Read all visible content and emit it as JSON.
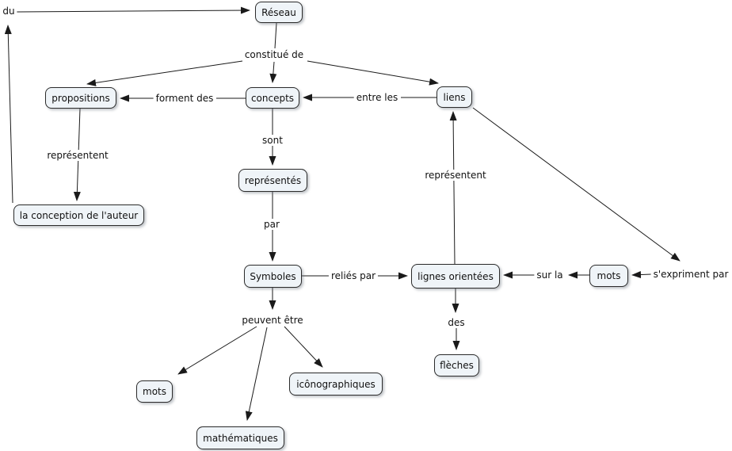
{
  "diagram": {
    "type": "concept-map",
    "language": "fr",
    "nodes": {
      "reseau": "Réseau",
      "propositions": "propositions",
      "concepts": "concepts",
      "liens": "liens",
      "representes": "représentés",
      "conception_auteur": "la conception de l'auteur",
      "symboles": "Symboles",
      "lignes_orientees": "lignes orientées",
      "mots_droite": "mots",
      "fleches": "flèches",
      "mots_gauche": "mots",
      "iconographiques": "icônographiques",
      "mathematiques": "mathématiques"
    },
    "link_labels": {
      "du": "du",
      "constitue_de": "constitué de",
      "forment_des": "forment des",
      "entre_les": "entre les",
      "sont": "sont",
      "representent_gauche": "représentent",
      "representent_droite": "représentent",
      "par": "par",
      "relies_par": "reliés par",
      "sur_la": "sur la",
      "sexpriment_par": "s'expriment par",
      "des": "des",
      "peuvent_etre": "peuvent être"
    },
    "edges": [
      "la conception de l'auteur -> du -> Réseau",
      "Réseau -> constitué de -> propositions",
      "Réseau -> constitué de -> concepts",
      "Réseau -> constitué de -> liens",
      "liens -> entre les -> concepts",
      "concepts -> forment des -> propositions",
      "propositions -> représentent -> la conception de l'auteur",
      "concepts -> sont -> représentés",
      "représentés -> par -> Symboles",
      "Symboles -> reliés par -> lignes orientées",
      "lignes orientées -> représentent -> liens",
      "liens -> s'expriment par -> mots -> sur la -> lignes orientées",
      "lignes orientées -> des -> flèches",
      "Symboles -> peuvent être -> mots",
      "Symboles -> peuvent être -> mathématiques",
      "Symboles -> peuvent être -> icônographiques"
    ]
  },
  "colors": {
    "node_fill": "#eff4f8",
    "node_border": "#2b2b2b",
    "line": "#1a1a1a",
    "background": "#ffffff",
    "text": "#111111"
  }
}
